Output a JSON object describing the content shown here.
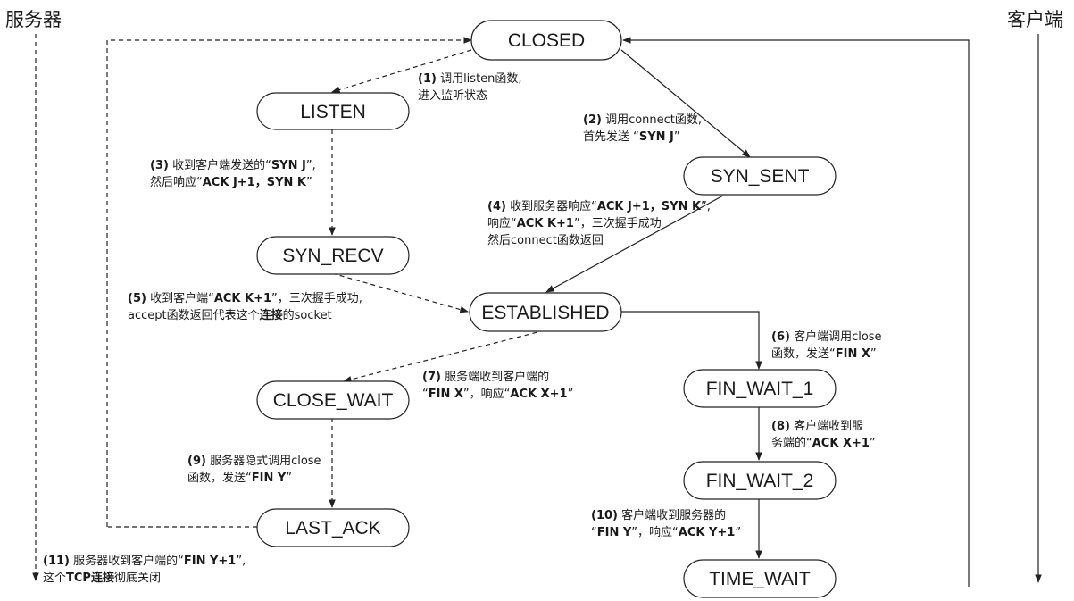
{
  "titles": {
    "server": "服务器",
    "client": "客户端"
  },
  "states": {
    "closed": "CLOSED",
    "listen": "LISTEN",
    "syn_sent": "SYN_SENT",
    "syn_recv": "SYN_RECV",
    "established": "ESTABLISHED",
    "close_wait": "CLOSE_WAIT",
    "fin_wait_1": "FIN_WAIT_1",
    "last_ack": "LAST_ACK",
    "fin_wait_2": "FIN_WAIT_2",
    "time_wait": "TIME_WAIT"
  },
  "notes": [
    {
      "id": "1",
      "lines": [
        [
          {
            "t": "(1)",
            "b": true
          },
          {
            "t": " 调用listen函数,"
          }
        ],
        [
          {
            "t": "进入监听状态"
          }
        ]
      ]
    },
    {
      "id": "2",
      "lines": [
        [
          {
            "t": "(2)",
            "b": true
          },
          {
            "t": " 调用connect函数,"
          }
        ],
        [
          {
            "t": "首先发送 “"
          },
          {
            "t": "SYN J",
            "b": true
          },
          {
            "t": "”"
          }
        ]
      ]
    },
    {
      "id": "3",
      "lines": [
        [
          {
            "t": "(3)",
            "b": true
          },
          {
            "t": " 收到客户端发送的“"
          },
          {
            "t": "SYN J",
            "b": true
          },
          {
            "t": "”,"
          }
        ],
        [
          {
            "t": "然后响应“"
          },
          {
            "t": "ACK J+1，SYN K",
            "b": true
          },
          {
            "t": "”"
          }
        ]
      ]
    },
    {
      "id": "4",
      "lines": [
        [
          {
            "t": "(4)",
            "b": true
          },
          {
            "t": " 收到服务器响应“"
          },
          {
            "t": "ACK J+1，SYN K",
            "b": true
          },
          {
            "t": "”,"
          }
        ],
        [
          {
            "t": "响应“"
          },
          {
            "t": "ACK K+1",
            "b": true
          },
          {
            "t": "”，三次握手成功"
          }
        ],
        [
          {
            "t": "然后connect函数返回"
          }
        ]
      ]
    },
    {
      "id": "5",
      "lines": [
        [
          {
            "t": "(5)",
            "b": true
          },
          {
            "t": " 收到客户端“"
          },
          {
            "t": "ACK K+1",
            "b": true
          },
          {
            "t": "”，三次握手成功,"
          }
        ],
        [
          {
            "t": "accept函数返回代表这个"
          },
          {
            "t": "连接",
            "b": true
          },
          {
            "t": "的socket"
          }
        ]
      ]
    },
    {
      "id": "6",
      "lines": [
        [
          {
            "t": "(6)",
            "b": true
          },
          {
            "t": " 客户端调用close"
          }
        ],
        [
          {
            "t": "函数，发送“"
          },
          {
            "t": "FIN X",
            "b": true
          },
          {
            "t": "”"
          }
        ]
      ]
    },
    {
      "id": "7",
      "lines": [
        [
          {
            "t": "(7)",
            "b": true
          },
          {
            "t": " 服务端收到客户端的"
          }
        ],
        [
          {
            "t": "“"
          },
          {
            "t": "FIN X",
            "b": true
          },
          {
            "t": "”，响应“"
          },
          {
            "t": "ACK X+1",
            "b": true
          },
          {
            "t": "”"
          }
        ]
      ]
    },
    {
      "id": "8",
      "lines": [
        [
          {
            "t": "(8)",
            "b": true
          },
          {
            "t": " 客户端收到服"
          }
        ],
        [
          {
            "t": "务端的“"
          },
          {
            "t": "ACK X+1",
            "b": true
          },
          {
            "t": "”"
          }
        ]
      ]
    },
    {
      "id": "9",
      "lines": [
        [
          {
            "t": "(9)",
            "b": true
          },
          {
            "t": " 服务器隐式调用close"
          }
        ],
        [
          {
            "t": "函数，发送“"
          },
          {
            "t": "FIN Y",
            "b": true
          },
          {
            "t": "”"
          }
        ]
      ]
    },
    {
      "id": "10",
      "lines": [
        [
          {
            "t": "(10)",
            "b": true
          },
          {
            "t": " 客户端收到服务器的"
          }
        ],
        [
          {
            "t": "“"
          },
          {
            "t": "FIN Y",
            "b": true
          },
          {
            "t": "”，响应“"
          },
          {
            "t": "ACK Y+1",
            "b": true
          },
          {
            "t": "”"
          }
        ]
      ]
    },
    {
      "id": "11",
      "lines": [
        [
          {
            "t": "(11)",
            "b": true
          },
          {
            "t": " 服务器收到客户端的“"
          },
          {
            "t": "FIN Y+1",
            "b": true
          },
          {
            "t": "”,"
          }
        ],
        [
          {
            "t": "这个"
          },
          {
            "t": "TCP连接",
            "b": true
          },
          {
            "t": "彻底关闭"
          }
        ]
      ]
    }
  ]
}
